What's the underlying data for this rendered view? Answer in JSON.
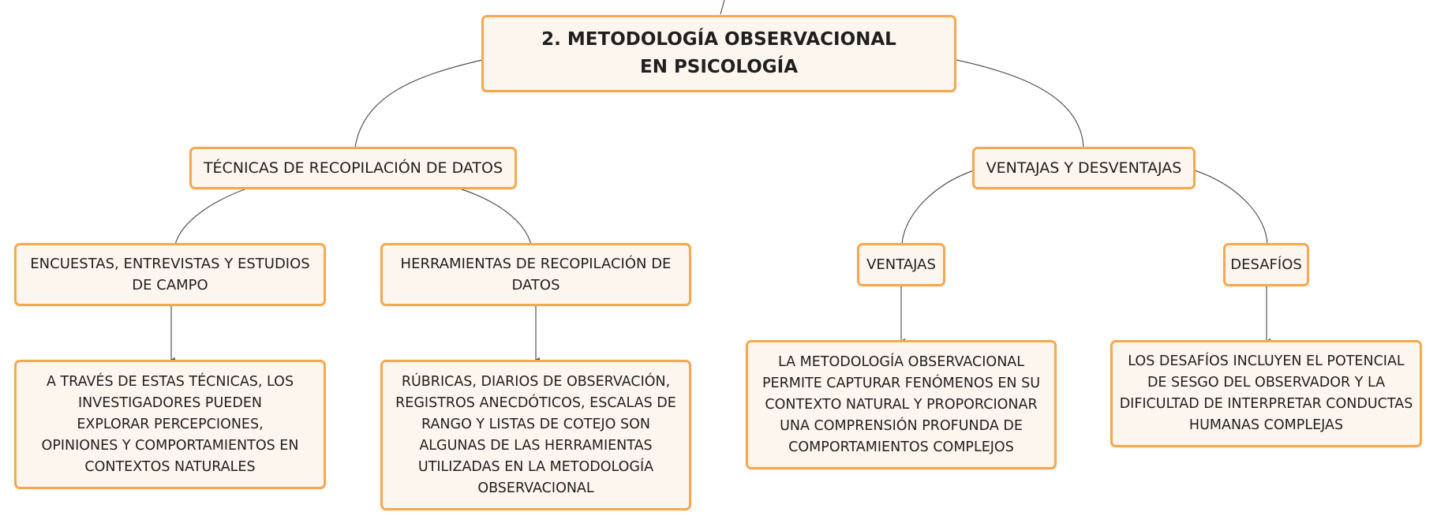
{
  "root": {
    "title": "2. METODOLOGÍA OBSERVACIONAL EN PSICOLOGÍA"
  },
  "branches": [
    {
      "label": "TÉCNICAS DE RECOPILACIÓN DE DATOS",
      "children": [
        {
          "label": "ENCUESTAS, ENTREVISTAS Y ESTUDIOS DE CAMPO",
          "detail": "A TRAVÉS DE ESTAS TÉCNICAS, LOS INVESTIGADORES PUEDEN EXPLORAR PERCEPCIONES, OPINIONES Y COMPORTAMIENTOS EN CONTEXTOS NATURALES"
        },
        {
          "label": "HERRAMIENTAS DE RECOPILACIÓN DE DATOS",
          "detail": "RÚBRICAS, DIARIOS DE OBSERVACIÓN, REGISTROS ANECDÓTICOS, ESCALAS DE RANGO Y LISTAS DE COTEJO SON ALGUNAS DE LAS HERRAMIENTAS UTILIZADAS EN LA METODOLOGÍA OBSERVACIONAL"
        }
      ]
    },
    {
      "label": "VENTAJAS Y DESVENTAJAS",
      "children": [
        {
          "label": "VENTAJAS",
          "detail": "LA METODOLOGÍA OBSERVACIONAL PERMITE CAPTURAR FENÓMENOS EN SU CONTEXTO NATURAL Y PROPORCIONAR UNA COMPRENSIÓN PROFUNDA DE COMPORTAMIENTOS COMPLEJOS"
        },
        {
          "label": "DESAFÍOS",
          "detail": "LOS DESAFÍOS INCLUYEN EL POTENCIAL DE SESGO DEL OBSERVADOR Y LA DIFICULTAD DE INTERPRETAR CONDUCTAS HUMANAS COMPLEJAS"
        }
      ]
    }
  ]
}
